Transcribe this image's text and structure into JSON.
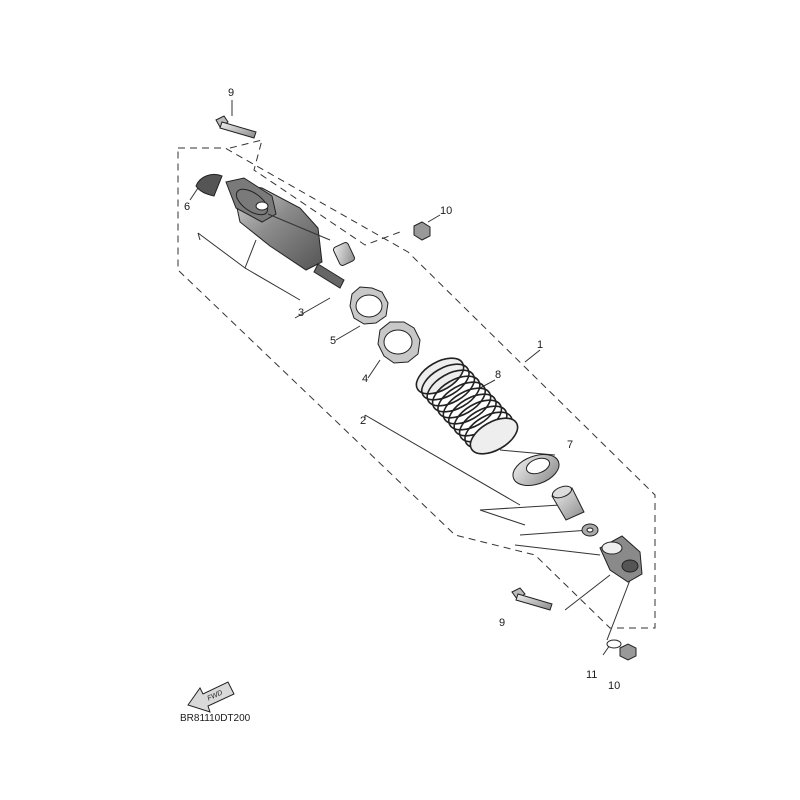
{
  "diagram": {
    "callouts": [
      {
        "id": "c9a",
        "label": "9"
      },
      {
        "id": "c10a",
        "label": "10"
      },
      {
        "id": "c6",
        "label": "6"
      },
      {
        "id": "c3",
        "label": "3"
      },
      {
        "id": "c5",
        "label": "5"
      },
      {
        "id": "c4",
        "label": "4"
      },
      {
        "id": "c2",
        "label": "2"
      },
      {
        "id": "c1",
        "label": "1"
      },
      {
        "id": "c8",
        "label": "8"
      },
      {
        "id": "c7",
        "label": "7"
      },
      {
        "id": "c9b",
        "label": "9"
      },
      {
        "id": "c11",
        "label": "11"
      },
      {
        "id": "c10b",
        "label": "10"
      }
    ],
    "fwd_label": "FWD",
    "drawing_code": "BR81110DT200"
  }
}
